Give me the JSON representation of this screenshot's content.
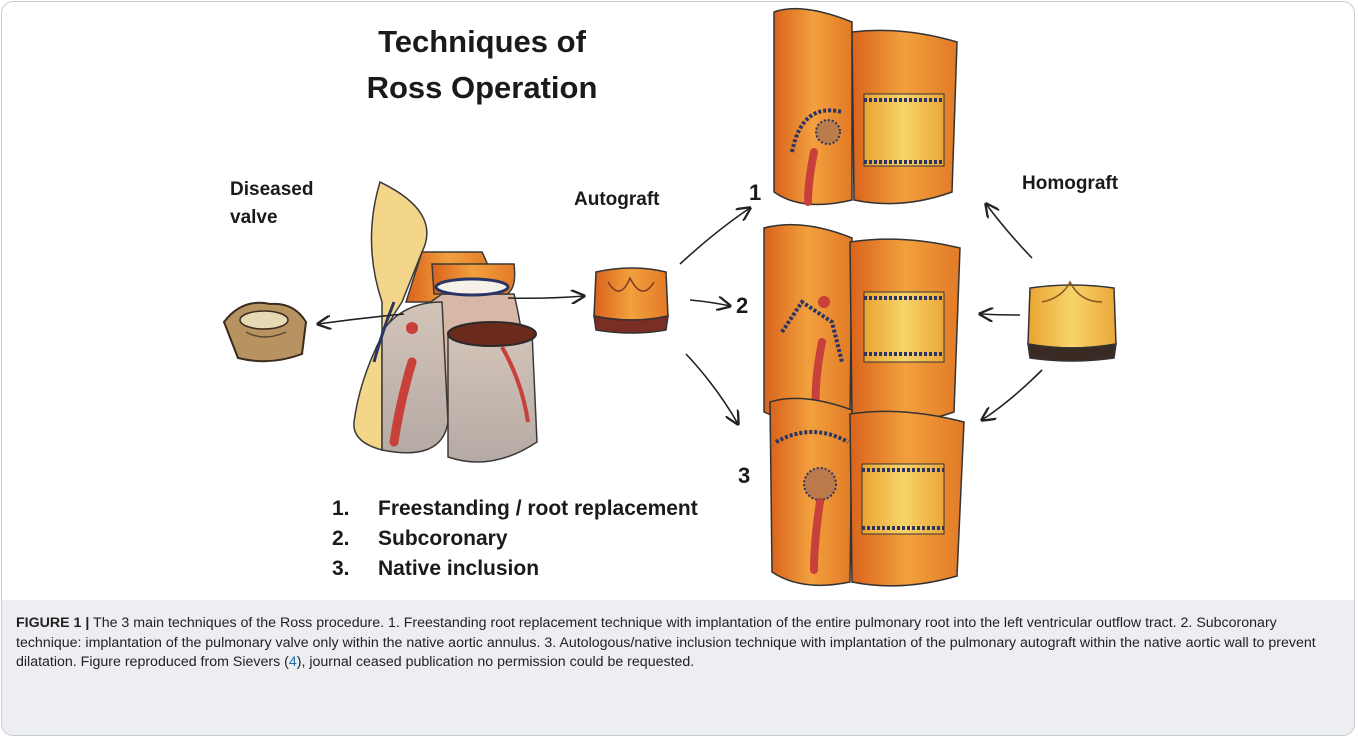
{
  "figure": {
    "title_line1": "Techniques of",
    "title_line2": "Ross Operation",
    "diseased_line1": "Diseased",
    "diseased_line2": "valve",
    "autograft_label": "Autograft",
    "homograft_label": "Homograft",
    "step_numbers": [
      "1",
      "2",
      "3"
    ],
    "legend": [
      {
        "num": "1.",
        "text": "Freestanding / root replacement"
      },
      {
        "num": "2.",
        "text": "Subcoronary"
      },
      {
        "num": "3.",
        "text": "Native inclusion"
      }
    ]
  },
  "caption": {
    "label": "FIGURE 1 |",
    "text_before_ref": " The 3 main techniques of the Ross procedure. 1. Freestanding root replacement technique with implantation of the entire pulmonary root into the left ventricular outflow tract. 2. Subcoronary technique: implantation of the pulmonary valve only within the native aortic annulus. 3. Autologous/native inclusion technique with implantation of the pulmonary autograft within the native aortic wall to prevent dilatation. Figure reproduced from Sievers (",
    "ref": "4",
    "text_after_ref": "), journal ceased publication no permission could be requested."
  },
  "colors": {
    "tissue_orange": "#e8892e",
    "tissue_yellow": "#f2c24a",
    "artery_red": "#c8403a",
    "stitch_navy": "#2a3566",
    "muscle_grey": "#bcb3ad",
    "caption_bg": "#eceef2",
    "ref_link": "#1a6fb0"
  }
}
